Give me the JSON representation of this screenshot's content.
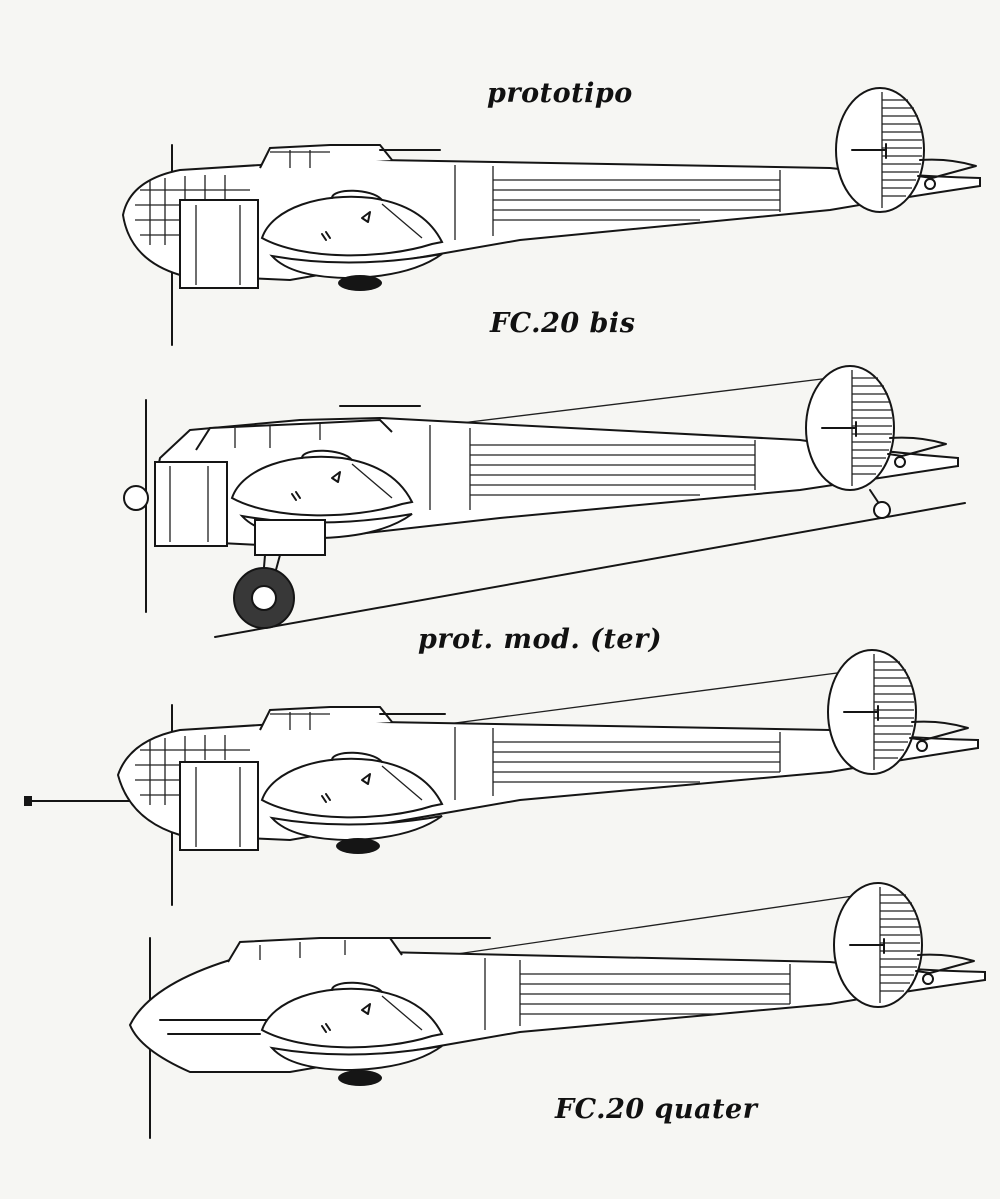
{
  "captions": [
    "prototipo",
    "FC.20 bis",
    "prot. mod. (ter)",
    "FC.20 quater"
  ]
}
